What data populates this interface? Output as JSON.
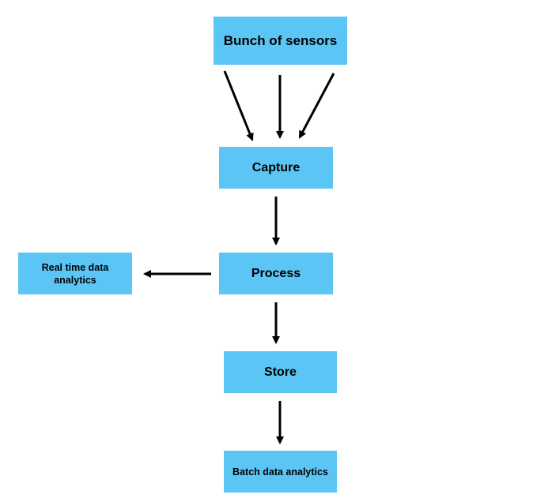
{
  "diagram": {
    "nodes": {
      "sensors": "Bunch of sensors",
      "capture": "Capture",
      "process": "Process",
      "realtime": "Real time data analytics",
      "store": "Store",
      "batch": "Batch data analytics"
    },
    "edges": [
      {
        "from": "sensors",
        "to": "capture"
      },
      {
        "from": "sensors",
        "to": "capture"
      },
      {
        "from": "sensors",
        "to": "capture"
      },
      {
        "from": "capture",
        "to": "process"
      },
      {
        "from": "process",
        "to": "realtime"
      },
      {
        "from": "process",
        "to": "store"
      },
      {
        "from": "store",
        "to": "batch"
      }
    ],
    "colors": {
      "box_fill": "#5bc6f5",
      "arrow": "#000000"
    }
  }
}
